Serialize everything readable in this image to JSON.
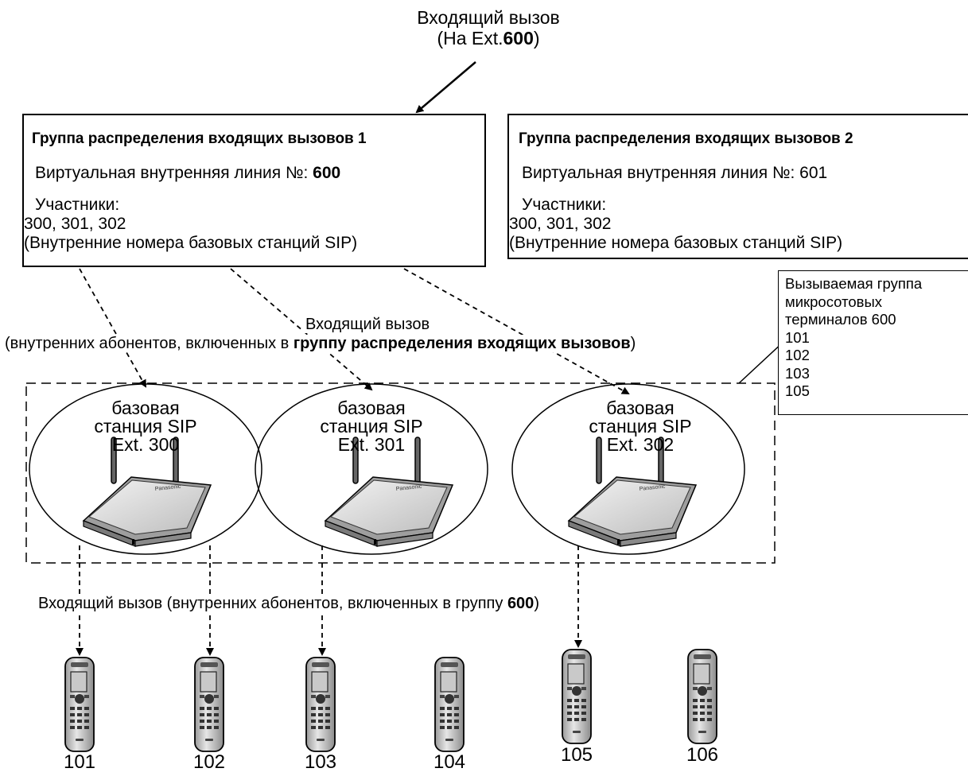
{
  "incoming": {
    "line1": "Входящий вызов",
    "line2_pre": "(На Ext.",
    "line2_bold": "600",
    "line2_post": ")"
  },
  "group1": {
    "title": "Группа распределения входящих вызовов 1",
    "vext_label": "Виртуальная внутренняя линия №: ",
    "vext_value": "600",
    "members_label": "Участники:",
    "members": "300, 301, 302",
    "note": "(Внутренние номера базовых станций SIP)"
  },
  "group2": {
    "title": "Группа распределения входящих вызовов 2",
    "vext_label": "Виртуальная внутренняя линия №: ",
    "vext_value": "601",
    "members_label": "Участники:",
    "members": "300, 301, 302",
    "note": "(Внутренние номера базовых станций SIP)"
  },
  "callout": {
    "lines": [
      "Вызываемая группа",
      "микросотовых",
      "терминалов 600",
      "101",
      "102",
      "103",
      "105"
    ]
  },
  "mid_label": {
    "line1": "Входящий вызов",
    "line2_pre": "(внутренних абонентов, включенных в ",
    "line2_bold": "группу распределения входящих вызовов",
    "line2_post": ")"
  },
  "stations": [
    {
      "line1": "базовая",
      "line2": "станция SIP",
      "ext": "Ext. 300",
      "brand": "Panasonic"
    },
    {
      "line1": "базовая",
      "line2": "станция SIP",
      "ext": "Ext. 301",
      "brand": "Panasonic"
    },
    {
      "line1": "базовая",
      "line2": "станция SIP",
      "ext": "Ext. 302",
      "brand": "Panasonic"
    }
  ],
  "bottom_label": {
    "pre": "Входящий вызов (внутренних абонентов, включенных в группу ",
    "bold": "600",
    "post": ")"
  },
  "handsets": [
    "101",
    "102",
    "103",
    "104",
    "105",
    "106"
  ],
  "colors": {
    "line": "#000000",
    "device": "#d8d8d8",
    "device_dark": "#555555"
  }
}
